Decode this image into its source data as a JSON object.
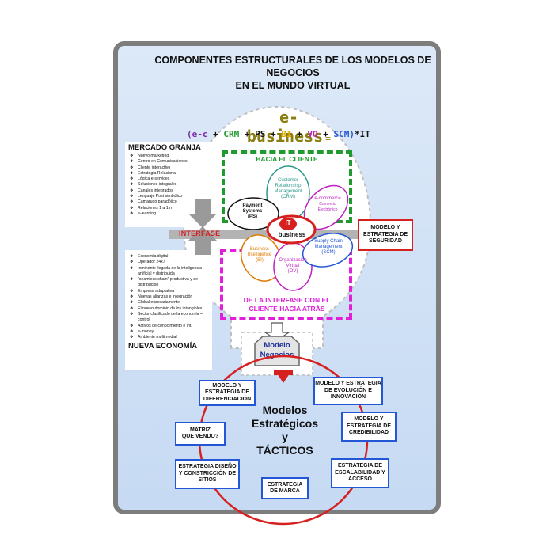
{
  "title": {
    "line1": "COMPONENTES ESTRUCTURALES DE LOS MODELOS DE",
    "line2": "NEGOCIOS",
    "line3": "EN EL MUNDO VIRTUAL"
  },
  "ebusiness": {
    "label": "e-business",
    "equals": "=",
    "formula": [
      {
        "text": "(e-c",
        "color": "#7a2ca8"
      },
      {
        "text": " + ",
        "color": "#111111"
      },
      {
        "text": "CRM",
        "color": "#1f9a2e"
      },
      {
        "text": " + ",
        "color": "#111111"
      },
      {
        "text": "PS",
        "color": "#111111"
      },
      {
        "text": " + ",
        "color": "#111111"
      },
      {
        "text": "BI",
        "color": "#e0a800"
      },
      {
        "text": " + ",
        "color": "#111111"
      },
      {
        "text": "VO",
        "color": "#c01fc0"
      },
      {
        "text": " + ",
        "color": "#111111"
      },
      {
        "text": "SCM)",
        "color": "#2457d6"
      },
      {
        "text": "*IT",
        "color": "#111111"
      }
    ]
  },
  "mercado_granja": {
    "title": "MERCADO GRANJA",
    "items": [
      "Nuevo marketing",
      "Centro en Comunicaciones",
      "Cliente interactivo",
      "Estrategia Relacional",
      "Lógica e-services",
      "Soluciones integrales",
      "Canales integrados",
      "Lenguaje Post simbólico",
      "Camaruqo paradójico",
      "Relaciones 1 a 1m",
      "e-learning"
    ]
  },
  "nueva_economia": {
    "title": "NUEVA ECONOMÍA",
    "items": [
      "Economía digital",
      "Operador 24x7",
      "Inminente llegada de la inteligencia artificial y distribuida",
      "\"seamless chain\" productiva y de distribución",
      "Empresa adaptativa",
      "Nuevas alianzas e integración",
      "Global excesariamente",
      "El nuevo dominio de los intangibles",
      "Sector clasificado de la economía = control",
      "Activos de conocimiento e inf.",
      "e-money",
      "Ambiente multimedial"
    ]
  },
  "hacia_cliente": "HACIA EL CLIENTE",
  "interfase": "INTERFASE",
  "interfase_atras": {
    "line1": "DE LA INTERFASE CON EL",
    "line2": "CLIENTE HACIA ATRÁS"
  },
  "petals": {
    "crm": {
      "l1": "Customer",
      "l2": "Relationship",
      "l3": "Management",
      "l4": "(CRM)"
    },
    "ecommerce": {
      "l1": "e-commerce",
      "l2": "Comercio",
      "l3": "Electrónico"
    },
    "ps": {
      "l1": "Payment",
      "l2": "Systems",
      "l3": "(PS)"
    },
    "bi": {
      "l1": "Business",
      "l2": "Intelligence",
      "l3": "(BI)"
    },
    "ov": {
      "l1": "Organización",
      "l2": "Virtual",
      "l3": "(OV)"
    },
    "scm": {
      "l1": "Supply Chain",
      "l2": "Management",
      "l3": "(SCM)"
    }
  },
  "center": {
    "it": "IT",
    "business": "business"
  },
  "seguridad": {
    "l1": "MODELO Y",
    "l2": "ESTRATEGIA DE",
    "l3": "SEGURIDAD"
  },
  "modelo_negocios": {
    "l1": "Modelo",
    "l2": "Negocios"
  },
  "estrategicos": {
    "l1": "Modelos",
    "l2": "Estratégicos",
    "l3": "y",
    "l4": "TÁCTICOS"
  },
  "boxes": {
    "diferenciacion": {
      "l1": "MODELO Y",
      "l2": "ESTRATEGIA DE",
      "l3": "DIFERENCIACIÓN"
    },
    "evolucion": {
      "l1": "MODELO Y ESTRATEGIA",
      "l2": "DE EVOLUCIÓN E",
      "l3": "INNOVACIÓN"
    },
    "matriz": {
      "l1": "MATRIZ",
      "l2": "QUE VENDO?"
    },
    "credibilidad": {
      "l1": "MODELO Y",
      "l2": "ESTRATEGIA DE",
      "l3": "CREDIBILIDAD"
    },
    "diseno": {
      "l1": "ESTRATEGIA DISEÑO",
      "l2": "Y CONSTRICCIÓN DE",
      "l3": "SITIOS"
    },
    "escalabilidad": {
      "l1": "ESTRATEGIA DE",
      "l2": "ESCALABILIDAD Y",
      "l3": "ACCESO"
    },
    "marca": {
      "l1": "ESTRATEGIA",
      "l2": "DE MARCA"
    }
  },
  "colors": {
    "panel_border": "#7d7d7d",
    "panel_bg": "#cfe0f5",
    "green": "#1f9a2e",
    "magenta": "#e020d8",
    "red": "#d62020",
    "blue_box": "#2457d6",
    "navy_text": "#1a2f9c",
    "olive": "#8a7d12"
  }
}
